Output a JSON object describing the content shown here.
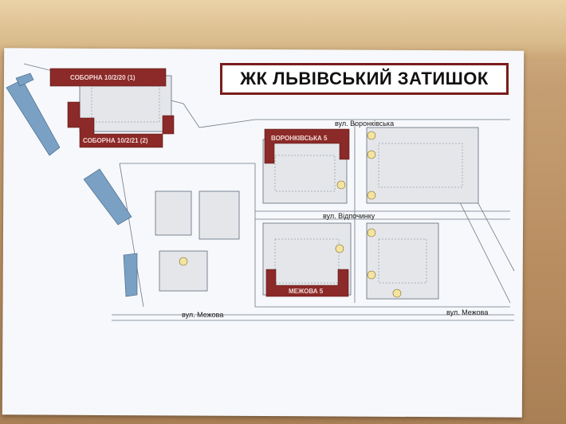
{
  "title": "ЖК ЛЬВІВСЬКИЙ ЗАТИШОК",
  "streets": {
    "voronkivska": "вул. Воронківська",
    "vidpochynku": "вул. Відпочинку",
    "mezhova_left": "вул. Межова",
    "mezhova_right": "вул. Межова"
  },
  "blocks": {
    "soborna_top": "СОБОРНА 10/2/20 (1)",
    "soborna_bottom": "СОБОРНА 10/2/21 (2)",
    "voronkivska": "ВОРОНКІВСЬКА 5",
    "mezhova": "МЕЖОВА 5"
  },
  "colors": {
    "highlight": "#8b2a28",
    "plan_lines": "#4a5a6a",
    "existing_buildings": "#6f95b8",
    "title_border": "#7a1c1c"
  }
}
